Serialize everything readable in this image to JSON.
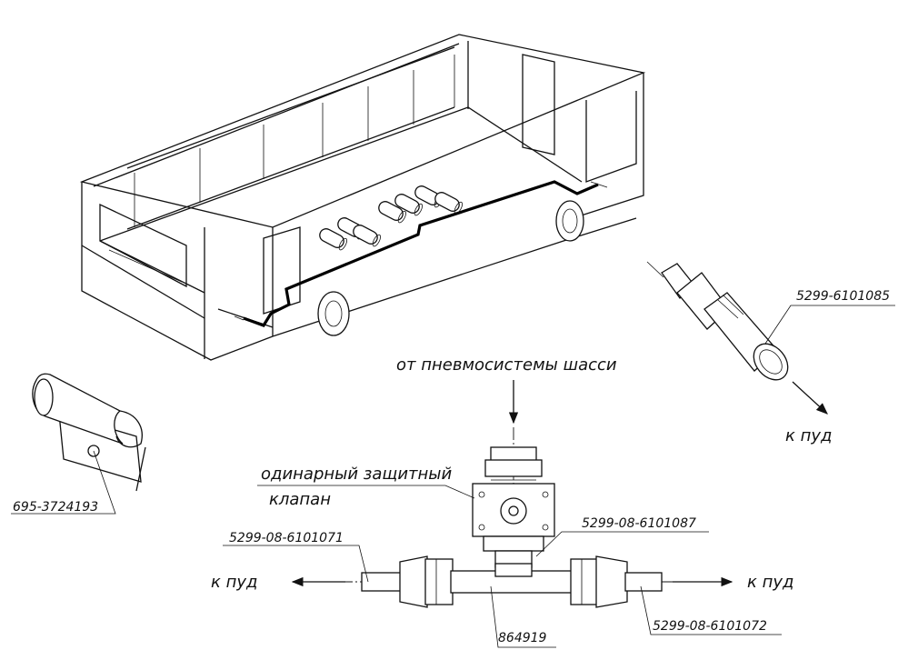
{
  "labels": {
    "caption_source": "от пневмосистемы шасси",
    "caption_valve_line1": "одинарный защитный",
    "caption_valve_line2": "клапан",
    "to_pud_left": "к пуд",
    "to_pud_right": "к пуд",
    "to_pud_fitting": "к пуд"
  },
  "part_numbers": {
    "bracket": "695-3724193",
    "adapter": "5299-6101085",
    "tee_left_tube": "5299-08-6101071",
    "valve_union": "5299-08-6101087",
    "tee": "864919",
    "tee_right_tube": "5299-08-6101072"
  }
}
